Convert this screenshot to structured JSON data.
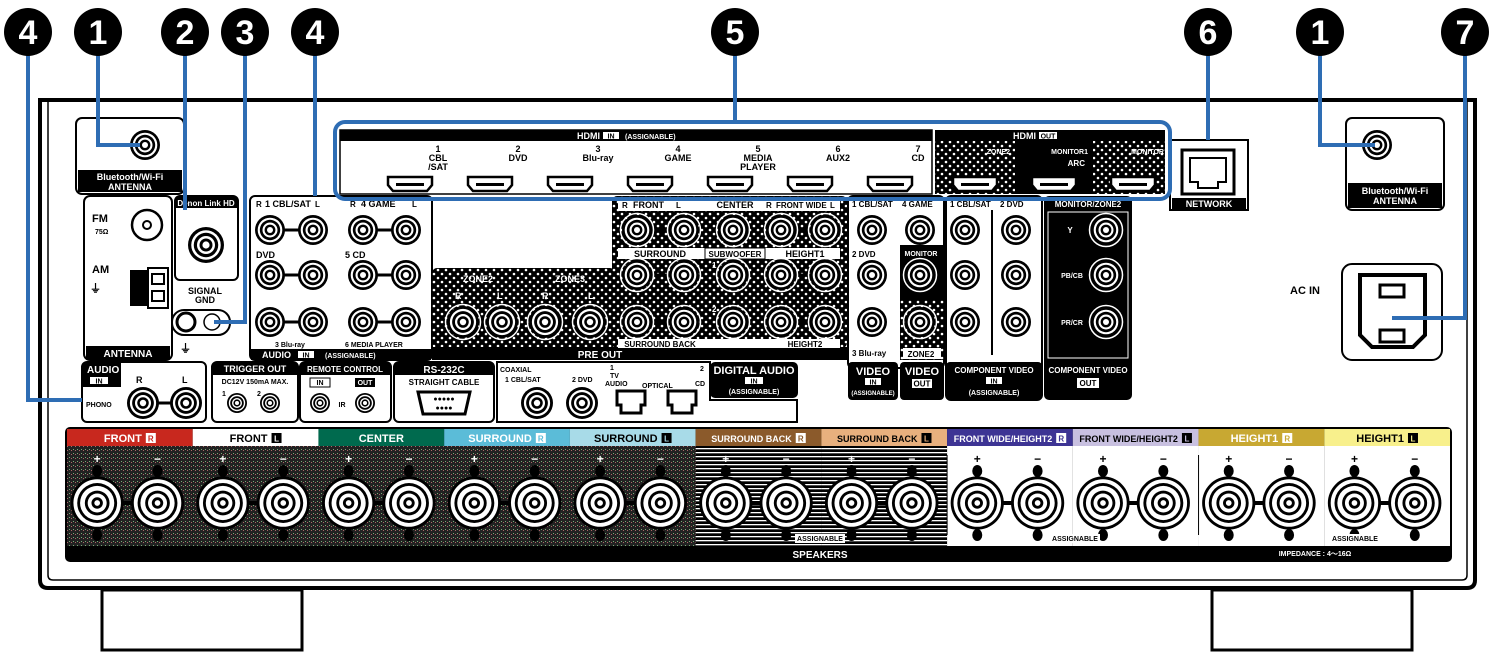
{
  "callouts": [
    "4",
    "1",
    "2",
    "3",
    "4",
    "5",
    "6",
    "1",
    "7"
  ],
  "colors": {
    "callout_line": "#2e6db4",
    "panel": "#000000"
  },
  "bt_antenna_left": {
    "line1": "Bluetooth/Wi-Fi",
    "line2": "ANTENNA"
  },
  "bt_antenna_right": {
    "line1": "Bluetooth/Wi-Fi",
    "line2": "ANTENNA"
  },
  "hdmi_in": {
    "title": "HDMI",
    "badge": "IN",
    "note": "(ASSIGNABLE)",
    "ports": [
      {
        "num": "1",
        "name": "CBL",
        "name2": "/SAT"
      },
      {
        "num": "2",
        "name": "DVD",
        "name2": ""
      },
      {
        "num": "3",
        "name": "Blu-ray",
        "name2": ""
      },
      {
        "num": "4",
        "name": "GAME",
        "name2": ""
      },
      {
        "num": "5",
        "name": "MEDIA",
        "name2": "PLAYER"
      },
      {
        "num": "6",
        "name": "AUX2",
        "name2": ""
      },
      {
        "num": "7",
        "name": "CD",
        "name2": ""
      }
    ]
  },
  "hdmi_out": {
    "title": "HDMI",
    "badge": "OUT",
    "zone2": "ZONE2",
    "monitor1": "MONITOR1",
    "arc": "ARC",
    "monitor2": "MONITOR"
  },
  "network": "NETWORK",
  "antenna": {
    "fm": "FM",
    "ohm": "75Ω",
    "am": "AM",
    "label": "ANTENNA"
  },
  "denon_link": "Denon Link HD",
  "signal_gnd": {
    "line1": "SIGNAL",
    "line2": "GND"
  },
  "audio_in": {
    "r": "R",
    "l": "L",
    "labels": [
      "1 CBL/SAT",
      "4 GAME",
      "DVD",
      "5 CD",
      "3 Blu-ray",
      "6 MEDIA PLAYER"
    ],
    "footer": "AUDIO",
    "badge": "IN",
    "note": "(ASSIGNABLE)"
  },
  "pre_out": {
    "zone2": "ZONE2",
    "zone3": "ZONE3",
    "r": "R",
    "l": "L",
    "front": "FRONT",
    "center": "CENTER",
    "front_wide": "FRONT WIDE",
    "surround": "SURROUND",
    "subwoofer": "SUBWOOFER",
    "sub1": "1",
    "sub2": "2",
    "height1": "HEIGHT1",
    "surround_back": "SURROUND BACK",
    "height2": "HEIGHT2",
    "footer": "PRE OUT"
  },
  "video_in": {
    "labels": [
      "1 CBL/SAT",
      "4 GAME",
      "2 DVD",
      "3 Blu-ray"
    ],
    "title": "VIDEO",
    "badge": "IN",
    "note": "(ASSIGNABLE)"
  },
  "video_out": {
    "monitor": "MONITOR",
    "zone2": "ZONE2",
    "title": "VIDEO",
    "badge": "OUT"
  },
  "component_in": {
    "labels": [
      "1 CBL/SAT",
      "2 DVD"
    ],
    "title": "COMPONENT VIDEO",
    "badge": "IN",
    "note": "(ASSIGNABLE)"
  },
  "component_out": {
    "header": "MONITOR/ZONE2",
    "y": "Y",
    "pb": "PB/CB",
    "pr": "PR/CR",
    "title": "COMPONENT VIDEO",
    "badge": "OUT"
  },
  "ac_in": "AC IN",
  "phono": {
    "title": "AUDIO",
    "badge": "IN",
    "r": "R",
    "l": "L",
    "label": "PHONO"
  },
  "trigger_out": {
    "title": "TRIGGER OUT",
    "spec": "DC12V 150mA MAX.",
    "n1": "1",
    "n2": "2"
  },
  "remote_control": {
    "title": "REMOTE CONTROL",
    "in": "IN",
    "out": "OUT",
    "ir": "IR"
  },
  "rs232c": {
    "title": "RS-232C",
    "sub": "STRAIGHT CABLE"
  },
  "digital_audio": {
    "coaxial": "COAXIAL",
    "coax1": "1 CBL/SAT",
    "coax2": "2 DVD",
    "opt1_num": "1",
    "opt1": "TV",
    "opt1b": "AUDIO",
    "optical": "OPTICAL",
    "opt2_num": "2",
    "opt2": "CD",
    "title": "DIGITAL AUDIO",
    "badge": "IN",
    "note": "(ASSIGNABLE)"
  },
  "speakers": {
    "groups": [
      {
        "name": "FRONT",
        "ch": "R",
        "color": "#c8281e",
        "text": "#ffffff"
      },
      {
        "name": "FRONT",
        "ch": "L",
        "color": "#ffffff",
        "text": "#000000"
      },
      {
        "name": "CENTER",
        "ch": "",
        "color": "#006a4e",
        "text": "#ffffff"
      },
      {
        "name": "SURROUND",
        "ch": "R",
        "color": "#5bbcd8",
        "text": "#ffffff"
      },
      {
        "name": "SURROUND",
        "ch": "L",
        "color": "#a8dbe8",
        "text": "#000000"
      },
      {
        "name": "SURROUND BACK",
        "ch": "R",
        "color": "#8b5a2b",
        "text": "#ffffff"
      },
      {
        "name": "SURROUND BACK",
        "ch": "L",
        "color": "#e8b07e",
        "text": "#000000"
      },
      {
        "name": "FRONT WIDE/HEIGHT2",
        "ch": "R",
        "color": "#3d3494",
        "text": "#ffffff"
      },
      {
        "name": "FRONT WIDE/HEIGHT2",
        "ch": "L",
        "color": "#c8c0e0",
        "text": "#000000"
      },
      {
        "name": "HEIGHT1",
        "ch": "R",
        "color": "#c8a832",
        "text": "#ffffff"
      },
      {
        "name": "HEIGHT1",
        "ch": "L",
        "color": "#f8f08c",
        "text": "#000000"
      }
    ],
    "plus": "+",
    "minus": "−",
    "assignable": "ASSIGNABLE",
    "footer": "SPEAKERS",
    "impedance": "IMPEDANCE : 4～16Ω"
  }
}
